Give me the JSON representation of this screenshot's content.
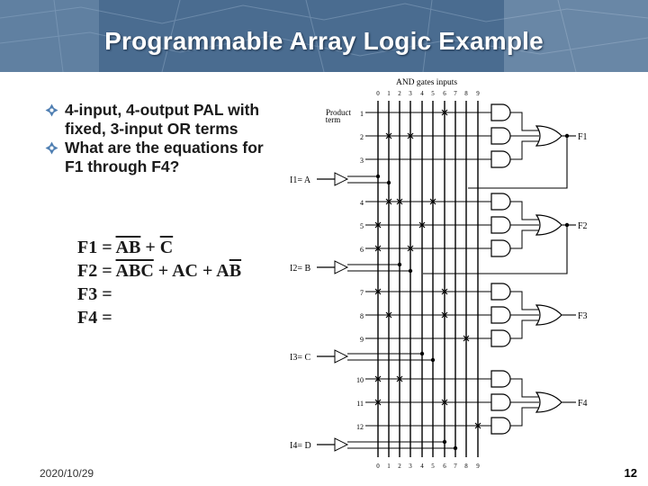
{
  "header": {
    "title": "Programmable Array Logic Example"
  },
  "bullets": [
    "4-input, 4-output PAL with fixed, 3-input OR terms",
    "What are the equations for F1 through F4?"
  ],
  "equations": {
    "f1": {
      "lhs": "F1",
      "eq": "=",
      "t1": "A",
      "t2": "B",
      "plus": "+",
      "t3": "C"
    },
    "f2": {
      "lhs": "F2",
      "eq": "=",
      "t1": "ABC",
      "plus1": "+",
      "t2": "AC",
      "plus2": "+",
      "t3a": "A",
      "t3b": "B"
    },
    "f3": {
      "lhs": "F3",
      "eq": "="
    },
    "f4": {
      "lhs": "F4",
      "eq": "="
    }
  },
  "diagram": {
    "title": "AND gates inputs",
    "product_label": "Product\nterm",
    "column_numbers": [
      "0",
      "1",
      "2",
      "3",
      "4",
      "5",
      "6",
      "7",
      "8",
      "9"
    ],
    "rows": [
      "1",
      "2",
      "3",
      "4",
      "5",
      "6",
      "7",
      "8",
      "9",
      "10",
      "11",
      "12"
    ],
    "inputs": [
      "I1= A",
      "I2= B",
      "I3= C",
      "I4= D"
    ],
    "outputs": [
      "F1",
      "F2",
      "F3",
      "F4"
    ]
  },
  "footer": {
    "date": "2020/10/29",
    "page": "12"
  }
}
